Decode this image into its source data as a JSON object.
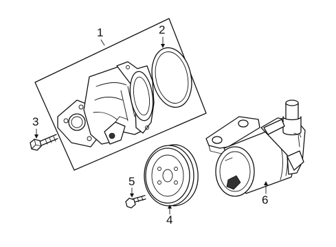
{
  "diagram": {
    "callouts": [
      {
        "id": "1",
        "part": "pump-housing-assembly"
      },
      {
        "id": "2",
        "part": "gasket-ring"
      },
      {
        "id": "3",
        "part": "mounting-bolt"
      },
      {
        "id": "4",
        "part": "pulley"
      },
      {
        "id": "5",
        "part": "pulley-bolt"
      },
      {
        "id": "6",
        "part": "auxiliary-pump"
      }
    ]
  }
}
